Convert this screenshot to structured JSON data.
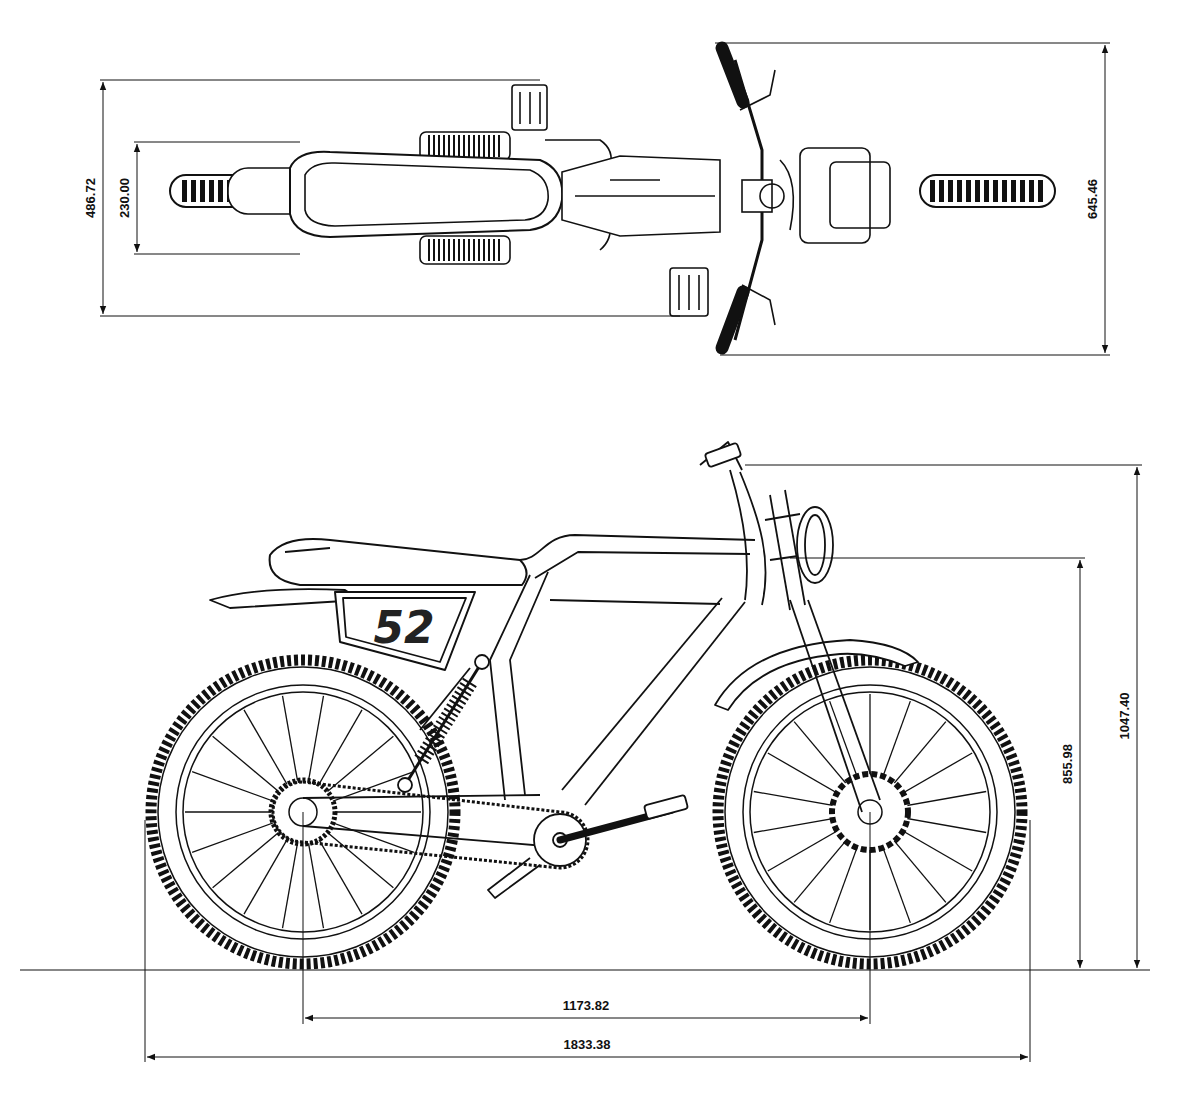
{
  "diagram": {
    "labels": [
      "486.72",
      "230.00",
      "645.46",
      "1047.40",
      "855.98",
      "1173.82",
      "1833.38",
      "52"
    ]
  }
}
